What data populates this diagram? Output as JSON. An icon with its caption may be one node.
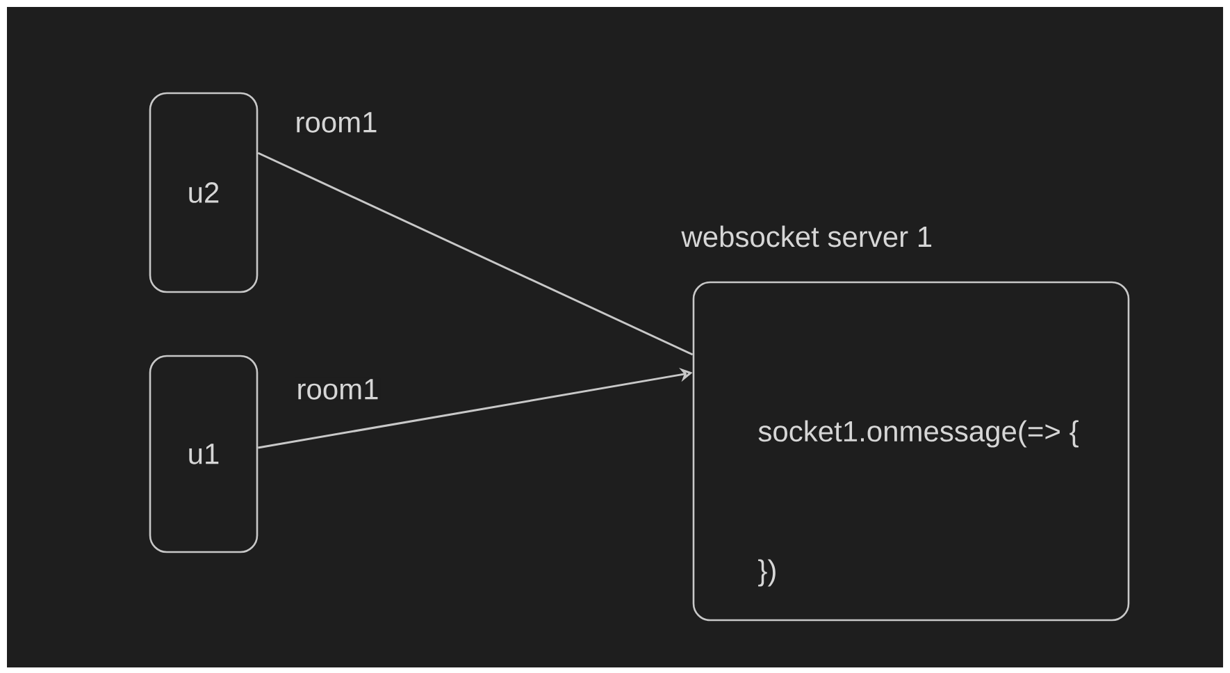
{
  "diagram": {
    "nodes": [
      {
        "text": [
          "u2"
        ]
      },
      {
        "text": [
          "u1"
        ]
      },
      {
        "text": [
          "websocket server 1",
          "socket1.onmessage(=> {",
          "})"
        ]
      }
    ],
    "edges": [
      {
        "from": 0,
        "to": 2,
        "arrow": "none",
        "label": "room1"
      },
      {
        "from": 1,
        "to": 2,
        "arrow": "to",
        "label": "room1"
      }
    ]
  }
}
